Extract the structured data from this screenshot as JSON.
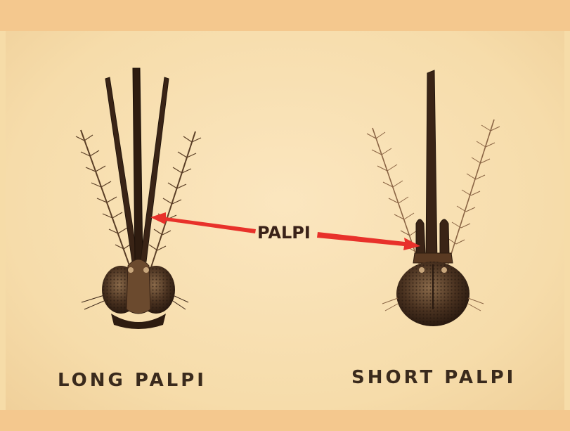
{
  "diagram": {
    "arrow_label": "PALPI",
    "left_caption": "LONG PALPI",
    "right_caption": "SHORT PALPI",
    "arrow_color": "#e8312a",
    "ink_color": "#3a2218"
  }
}
